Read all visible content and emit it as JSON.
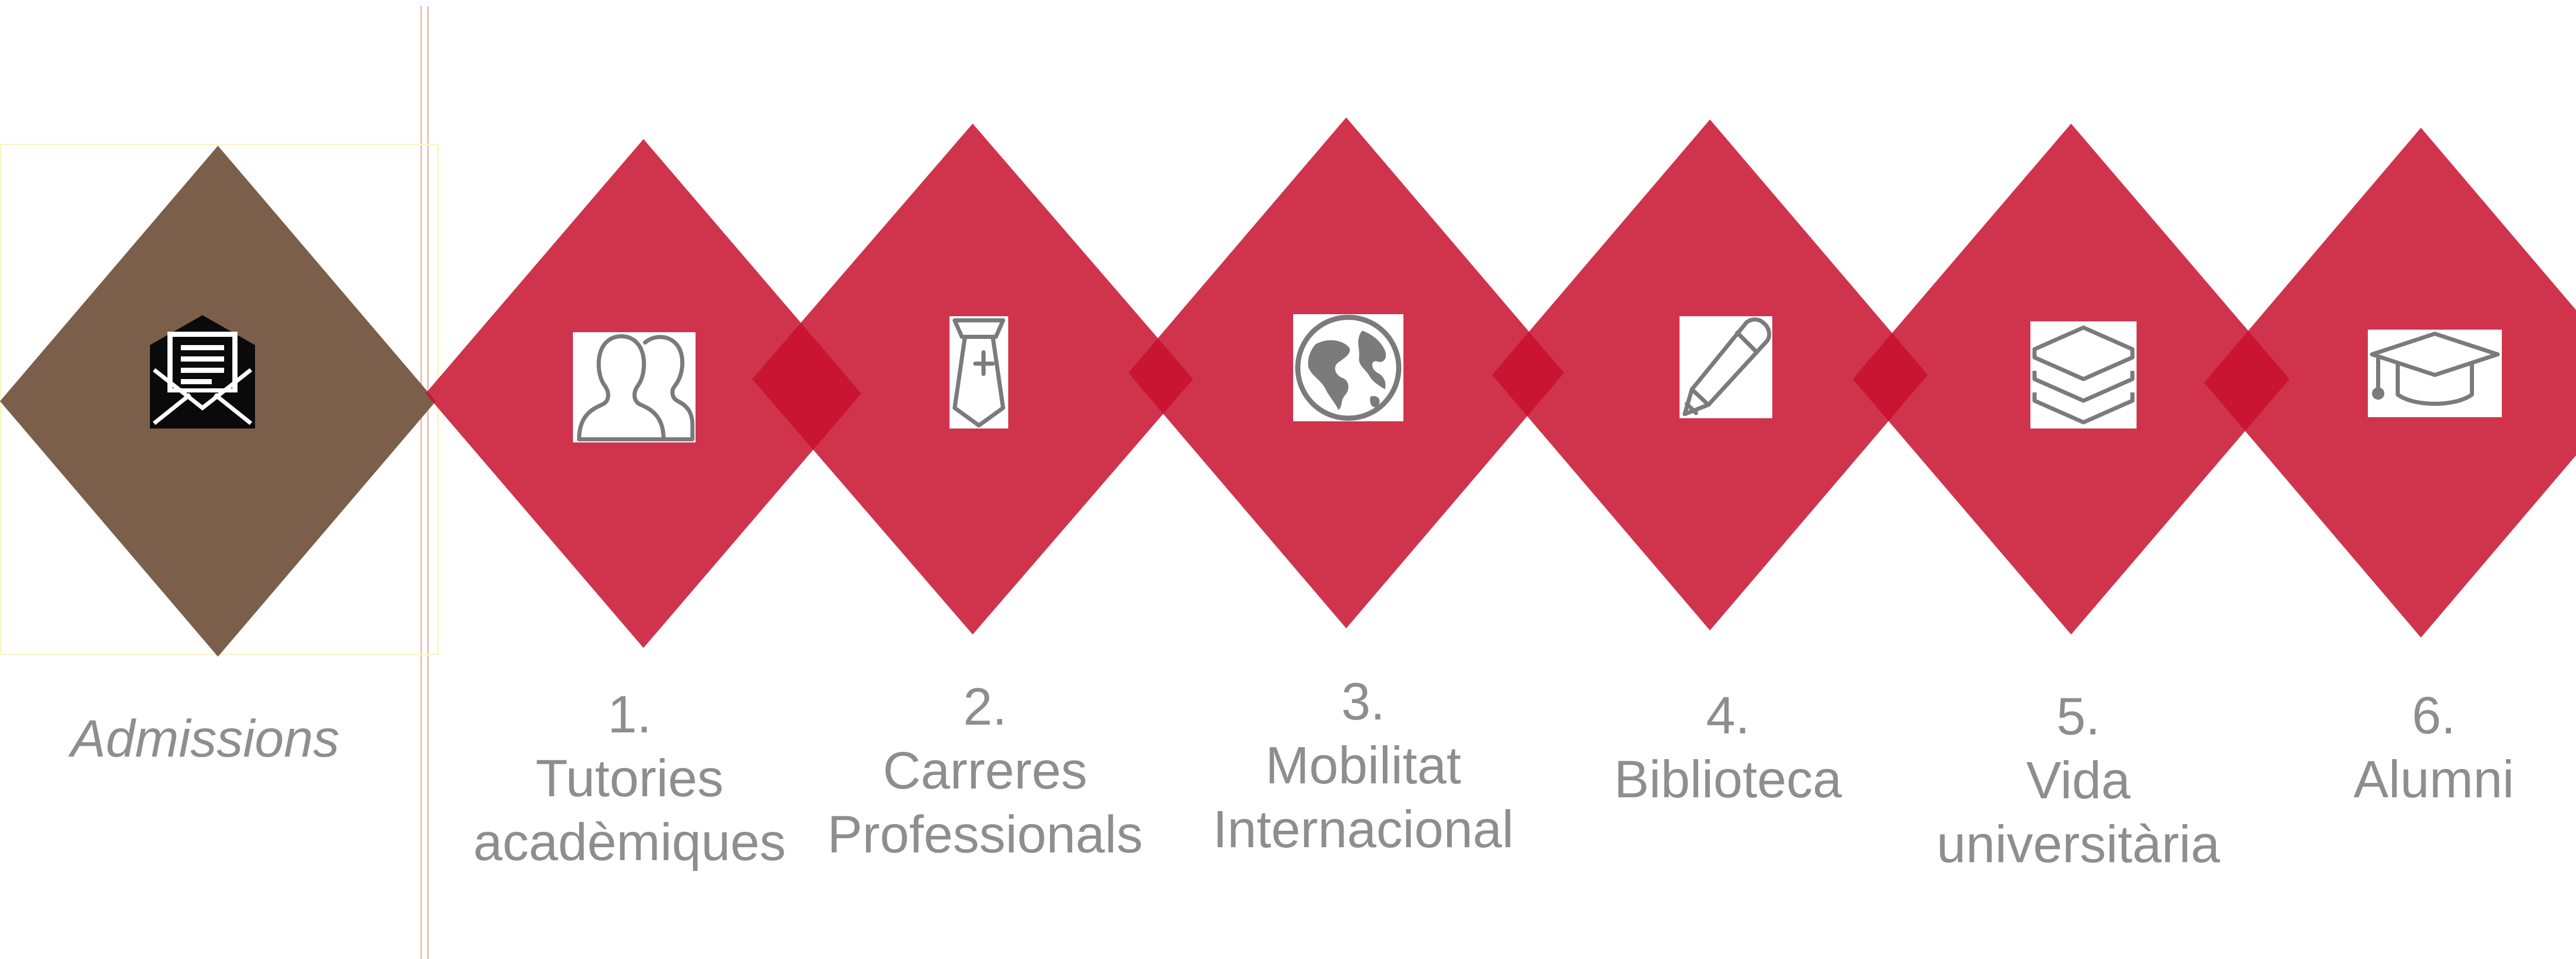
{
  "colors": {
    "accent_red": "#c8102e",
    "admissions_brown": "#7b5f4b",
    "icon_gray": "#7b7b7b",
    "label_gray": "#8e8e8e"
  },
  "admissions": {
    "label": "Admissions",
    "icon": "envelope-open-letter-icon"
  },
  "steps": [
    {
      "number": "1.",
      "lines": [
        "Tutories",
        "acadèmiques"
      ],
      "icon": "users-icon"
    },
    {
      "number": "2.",
      "lines": [
        "Carreres",
        "Professionals"
      ],
      "icon": "necktie-icon"
    },
    {
      "number": "3.",
      "lines": [
        "Mobilitat",
        "Internacional"
      ],
      "icon": "globe-icon"
    },
    {
      "number": "4.",
      "lines": [
        "Biblioteca"
      ],
      "icon": "pencil-icon"
    },
    {
      "number": "5.",
      "lines": [
        "Vida",
        "universitària"
      ],
      "icon": "layers-icon"
    },
    {
      "number": "6.",
      "lines": [
        "Alumni"
      ],
      "icon": "graduation-cap-icon"
    }
  ]
}
